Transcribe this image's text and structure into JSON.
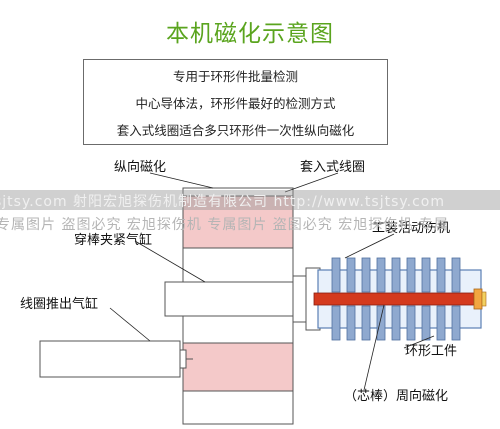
{
  "title": "本机磁化示意图",
  "description": [
    "专用于环形件批量检测",
    "中心导体法，环形件最好的检测方式",
    "套入式线圈适合多只环形件一次性纵向磁化"
  ],
  "labels": {
    "longitudinal": "纵向磁化",
    "coil": "套入式线圈",
    "clamp_cylinder": "穿棒夹紧气缸",
    "push_cylinder": "线圈推出气缸",
    "workpiece_tool": "工装活动伤机",
    "ring_workpiece": "环形工件",
    "circular": "（芯棒）周向磁化"
  },
  "watermark": {
    "line1": "sjtsy.com 射阳宏旭探伤机制造有限公司 http://www.tsjtsy.com",
    "line2": "专属图片 盗图必究 宏旭探伤机 专属图片 盗图必究 宏旭探伤机 专属"
  },
  "colors": {
    "title": "#5aa41e",
    "coil_fill": "#f4c9c9",
    "rod": "#d43a1e",
    "ring": "#8fa9cf",
    "frame": "#8caad6"
  }
}
